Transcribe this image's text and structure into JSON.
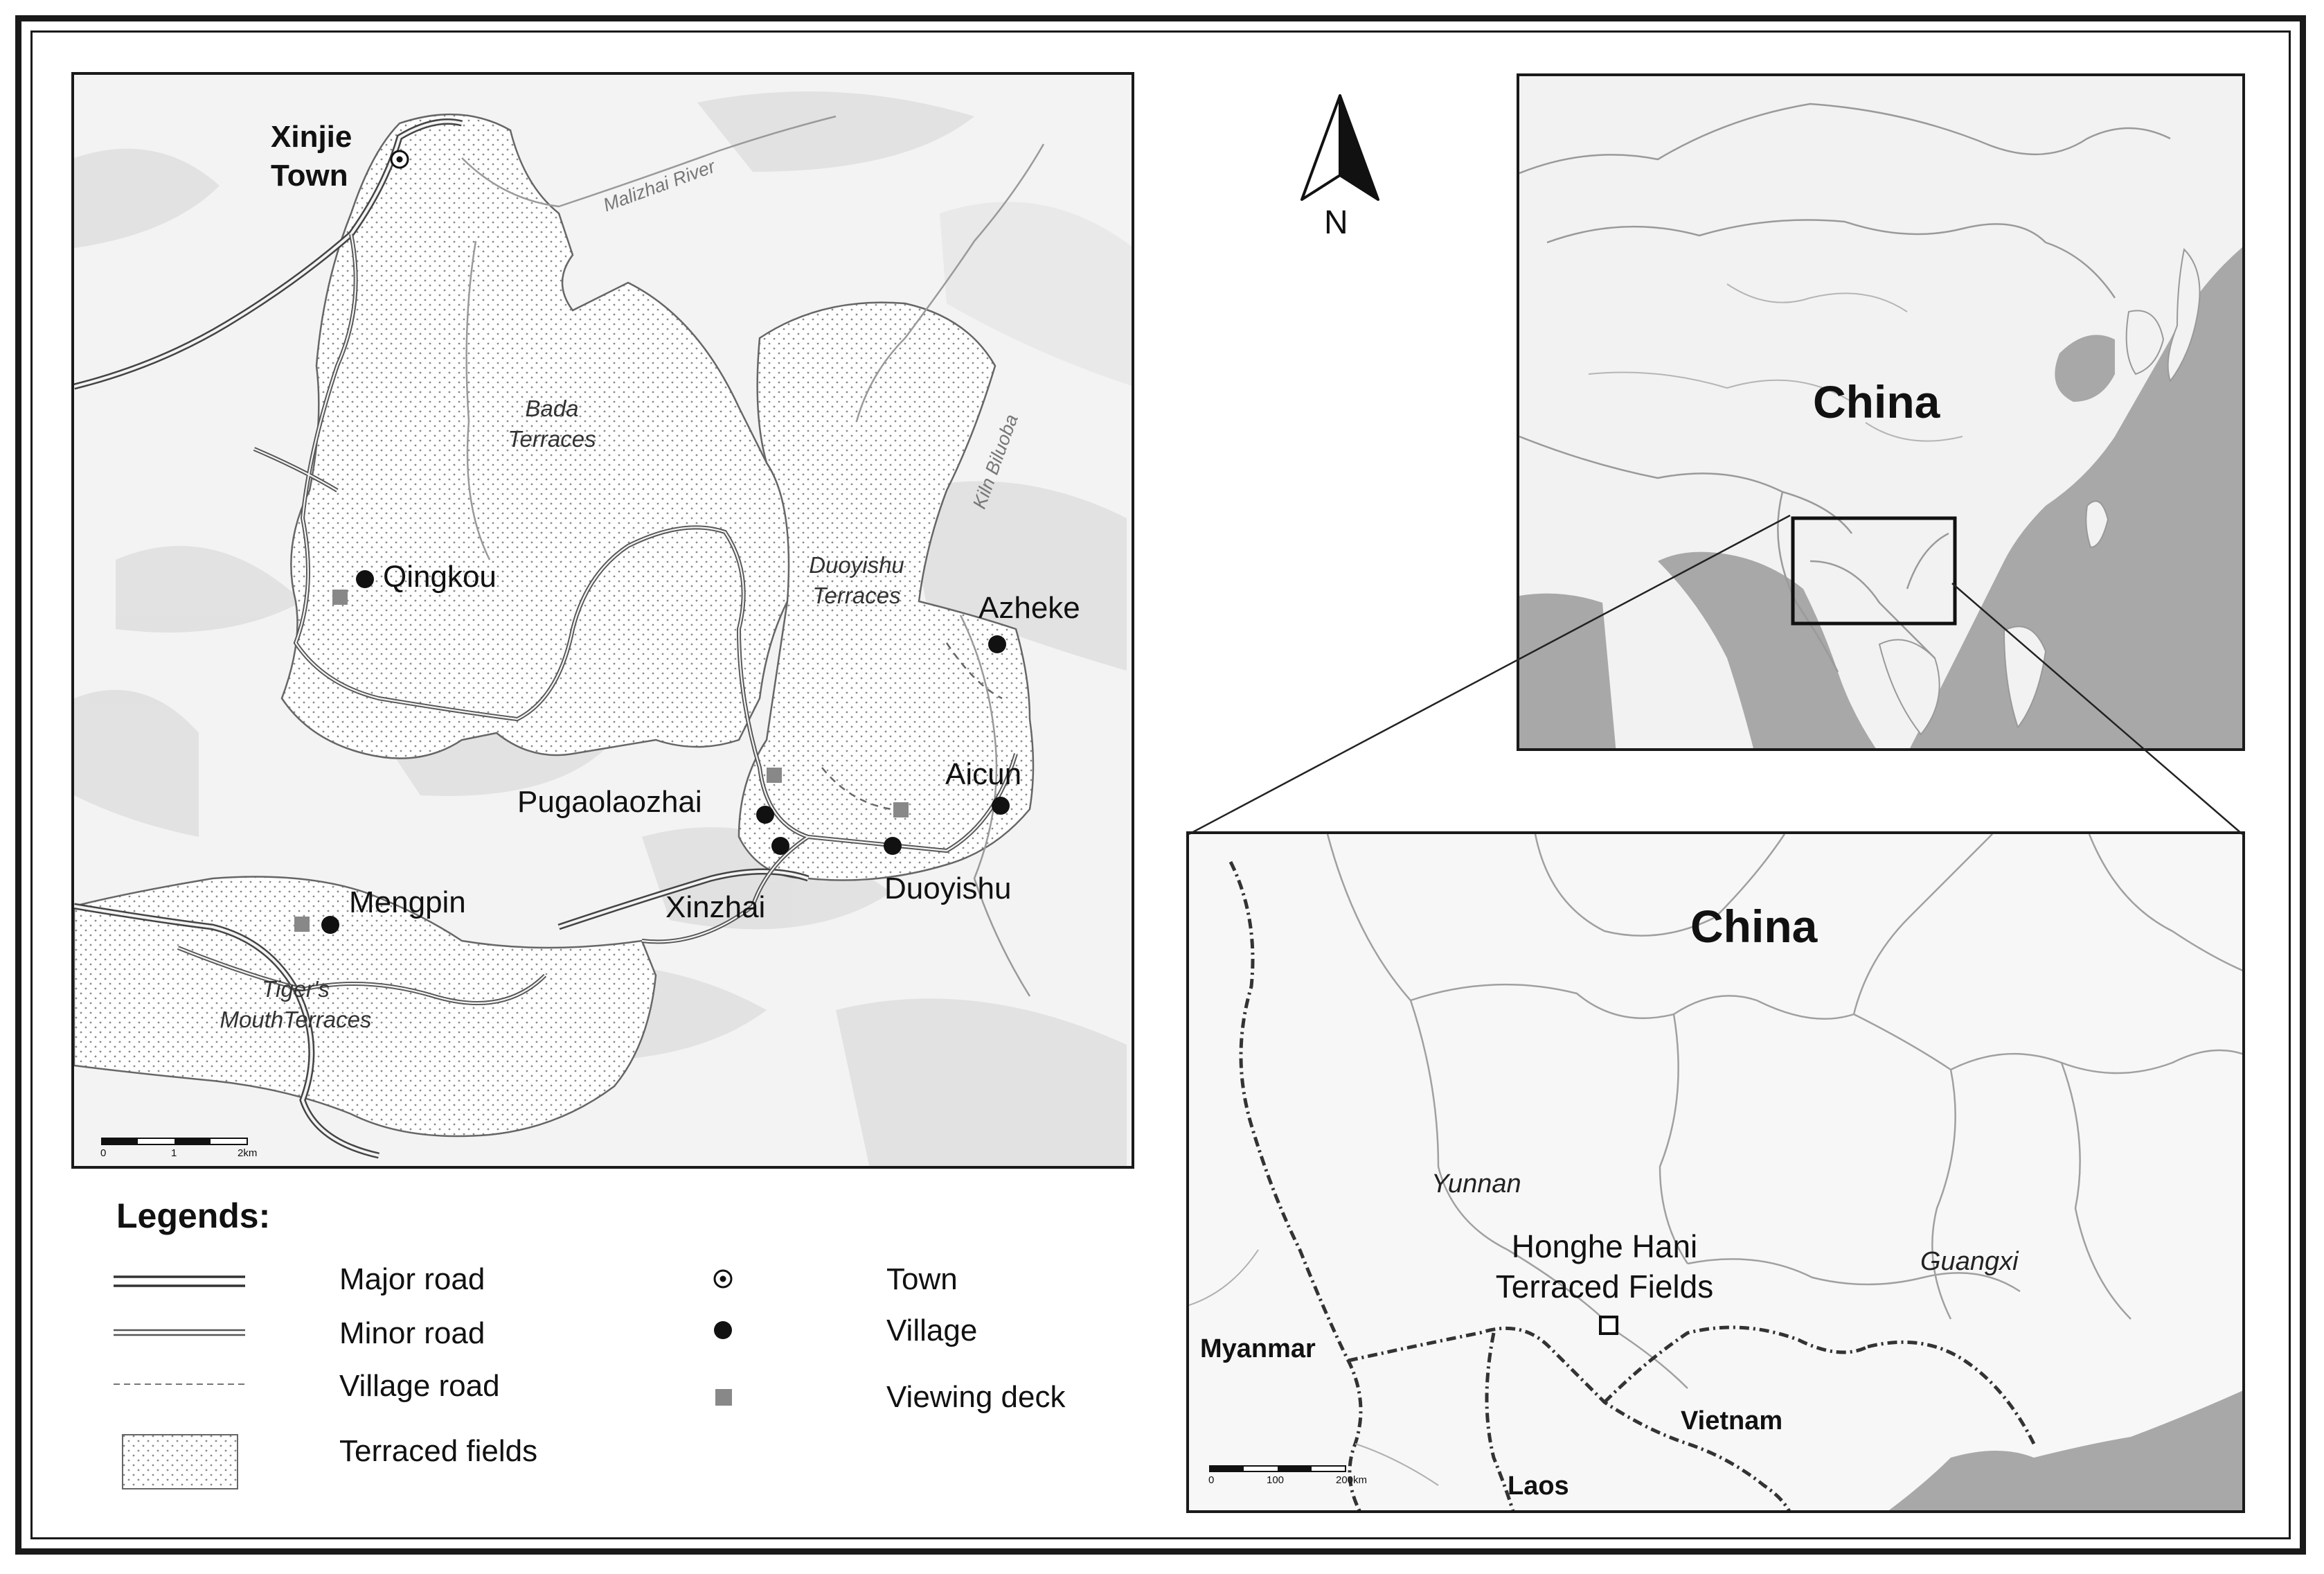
{
  "detail_map": {
    "places": {
      "xinjie": "Xinjie\nTown",
      "qingkou": "Qingkou",
      "azheke": "Azheke",
      "aicun": "Aicun",
      "pugaolaozhai": "Pugaolaozhai",
      "xinzhai": "Xinzhai",
      "duoyishu": "Duoyishu",
      "mengpin": "Mengpin"
    },
    "terraces": {
      "bada": "Bada\nTerraces",
      "duoyishu": "Duoyishu\nTerraces",
      "tigers_mouth": "Tiger's\nMouthTerraces"
    },
    "rivers": {
      "malizhai": "Malizhai River",
      "kiln": "Kiln Biluoba"
    },
    "scale": {
      "t0": "0",
      "t1": "1",
      "t2": "2km"
    }
  },
  "north_arrow": {
    "label": "N"
  },
  "china_map": {
    "label": "China"
  },
  "regional_map": {
    "china": "China",
    "yunnan": "Yunnan",
    "guangxi": "Guangxi",
    "site": "Honghe Hani\nTerraced Fields",
    "myanmar": "Myanmar",
    "vietnam": "Vietnam",
    "laos": "Laos",
    "scale": {
      "t0": "0",
      "t1": "100",
      "t2": "200km"
    }
  },
  "legend": {
    "title": "Legends:",
    "major_road": "Major road",
    "minor_road": "Minor road",
    "village_road": "Village road",
    "terraced_fields": "Terraced fields",
    "town": "Town",
    "village": "Village",
    "viewing_deck": "Viewing deck"
  },
  "colors": {
    "land": "#f4f4f4",
    "sea": "#a8a8a8",
    "terrace_fill": "#ffffff",
    "road": "#555555"
  }
}
